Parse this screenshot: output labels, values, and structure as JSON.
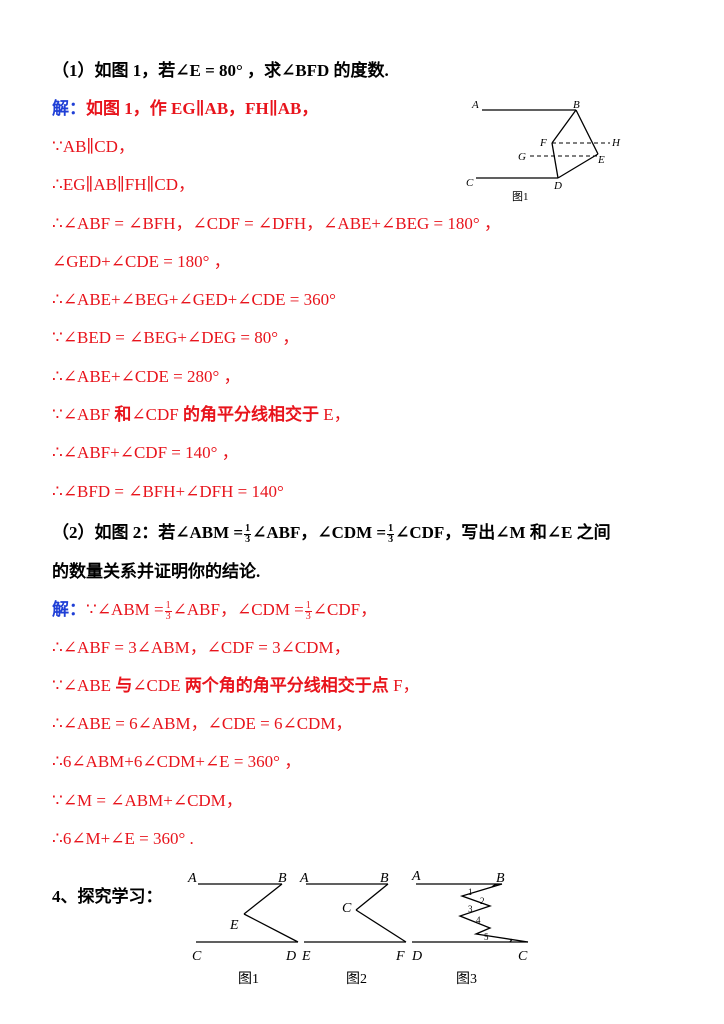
{
  "part1": {
    "question": "（1）如图 1，若∠E = 80° ，求∠BFD 的度数.",
    "sol_prefix": "解：",
    "sol_text": "如图 1，作 EG∥AB，FH∥AB，",
    "lines": [
      "∵AB∥CD，",
      "∴EG∥AB∥FH∥CD，",
      "∴∠ABF = ∠BFH，∠CDF = ∠DFH，∠ABE+∠BEG = 180° ，",
      "∠GED+∠CDE = 180° ，",
      "∴∠ABE+∠BEG+∠GED+∠CDE = 360°",
      "∵∠BED = ∠BEG+∠DEG = 80° ，",
      "∴∠ABE+∠CDE = 280° ，"
    ],
    "bisector_line": {
      "pre": "∵∠ABF ",
      "he": "和",
      "mid": "∠CDF ",
      "post": "的角平分线相交于",
      "end": " E，"
    },
    "lines2": [
      "∴∠ABF+∠CDF = 140° ，",
      "∴∠BFD = ∠BFH+∠DFH = 140°"
    ]
  },
  "figure1": {
    "labels": {
      "A": "A",
      "B": "B",
      "F": "F",
      "H": "H",
      "G": "G",
      "E": "E",
      "C": "C",
      "D": "D"
    },
    "caption": "图1"
  },
  "part2": {
    "q_pre": "（2）如图 2：若∠ABM =",
    "frac_num": "1",
    "frac_den": "3",
    "q_mid": "∠ABF，∠CDM =",
    "q_post": "∠CDF，写出∠M 和∠E 之间",
    "q_line2": "的数量关系并证明你的结论.",
    "sol_prefix": "解：",
    "sol_pre": "∵∠ABM =",
    "sol_mid": "∠ABF，∠CDM =",
    "sol_post": "∠CDF，",
    "lines": [
      "∴∠ABF = 3∠ABM，∠CDF = 3∠CDM，"
    ],
    "bisector_line": {
      "pre": "∵∠ABE ",
      "yu": "与",
      "mid": "∠CDE ",
      "post": "两个角的角平分线相交于点",
      "end": " F，"
    },
    "lines2": [
      "∴∠ABE = 6∠ABM，∠CDE = 6∠CDM，",
      "∴6∠ABM+6∠CDM+∠E = 360° ，",
      "∵∠M = ∠ABM+∠CDM，",
      "∴6∠M+∠E = 360° ."
    ]
  },
  "part4": {
    "title": "4、探究学习："
  },
  "bottom_figures": [
    {
      "caption": "图1",
      "labels": {
        "A": "A",
        "B": "B",
        "E": "E",
        "C": "C",
        "D": "D"
      }
    },
    {
      "caption": "图2",
      "labels": {
        "A": "A",
        "B": "B",
        "C": "C",
        "E": "E",
        "F": "F"
      }
    },
    {
      "caption": "图3",
      "labels": {
        "A": "A",
        "B": "B",
        "D": "D",
        "C": "C",
        "n1": "1",
        "n2": "2",
        "n3": "3",
        "n4": "4",
        "n5": "5"
      }
    }
  ]
}
